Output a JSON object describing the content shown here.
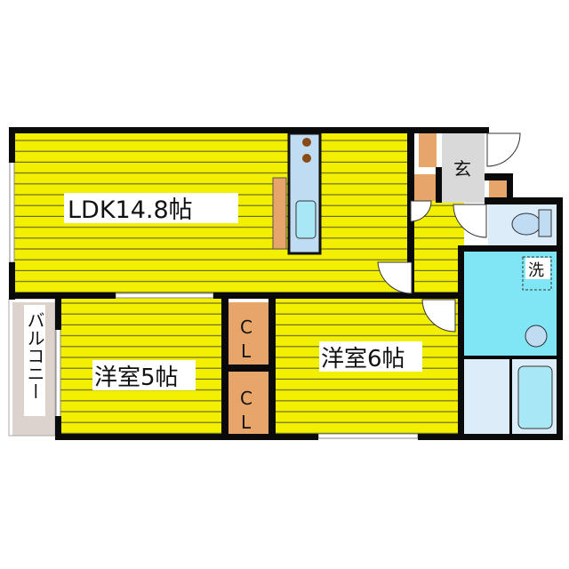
{
  "floorplan": {
    "rooms": {
      "ldk": "LDK14.8帖",
      "bedroom_5": "洋室5帖",
      "bedroom_6": "洋室6帖",
      "entrance": "玄",
      "washer": "洗",
      "balcony": "バルコニー",
      "closet_upper": [
        "C",
        "L"
      ],
      "closet_lower": [
        "C",
        "L"
      ]
    },
    "colors": {
      "floor": "#f2f000",
      "stripe": "#6b6b1e",
      "wall": "#0a0a0a",
      "storage": "#e8a56a",
      "entrance": "#d9d9d9",
      "washroom": "#80e6f6",
      "wet_area": "#dcecf8",
      "balcony": "#dcd3cc"
    }
  }
}
